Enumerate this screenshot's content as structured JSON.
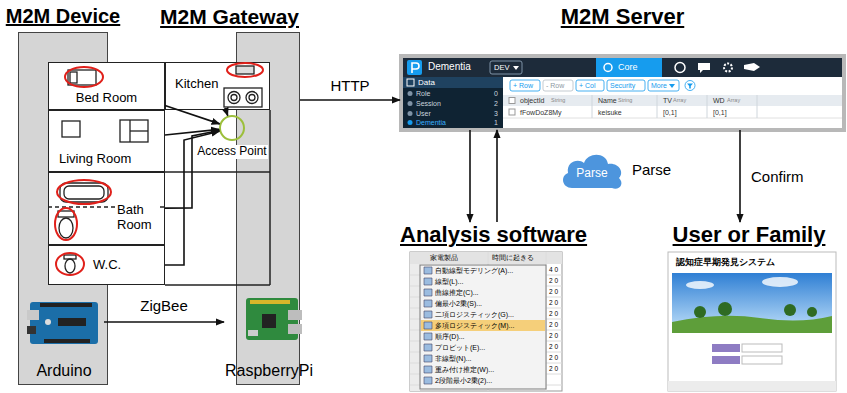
{
  "diagram": {
    "nodes": [
      {
        "text": [
          "M2M Device"
        ]
      },
      {
        "text": [
          "M2M Gateway"
        ]
      },
      {
        "text": [
          "Bed Room"
        ]
      },
      {
        "text": [
          "Kitchen"
        ]
      },
      {
        "text": [
          "Living Room"
        ]
      },
      {
        "text": [
          "Access Point"
        ],
        "in": 1
      },
      {
        "text": [
          "Bath Room"
        ]
      },
      {
        "text": [
          "W.C."
        ]
      },
      {
        "text": [
          "Arduino"
        ],
        "in": 0
      },
      {
        "text": [
          "RaspberryPi"
        ],
        "in": 1
      },
      {
        "text": [
          "M2M Server"
        ]
      },
      {
        "text": [
          "Parse"
        ]
      },
      {
        "text": [
          "Analysis software"
        ]
      },
      {
        "text": [
          "User or Family"
        ]
      }
    ],
    "edges": [
      {
        "from": 2,
        "to": 5,
        "arrow": "to"
      },
      {
        "from": 3,
        "to": 5,
        "arrow": "to"
      },
      {
        "from": 4,
        "to": 5,
        "arrow": "to"
      },
      {
        "from": 6,
        "to": 5,
        "arrow": "to"
      },
      {
        "from": 7,
        "to": 5,
        "arrow": "to"
      },
      {
        "from": 1,
        "to": 10,
        "label": "HTTP",
        "arrow": "to"
      },
      {
        "from": 8,
        "to": 9,
        "label": "ZigBee",
        "arrow": "to"
      },
      {
        "from": 10,
        "to": 12,
        "arrow": "to"
      },
      {
        "from": 12,
        "to": 10,
        "arrow": "to"
      },
      {
        "from": 10,
        "to": 13,
        "label": "Confirm",
        "arrow": "to"
      }
    ],
    "labels": [
      "Dementia",
      "DEV",
      "Core",
      "Data",
      "Role",
      "0",
      "Session",
      "2",
      "User",
      "3",
      "Dementia",
      "1",
      "+ Row",
      "- Row",
      "+ Col",
      "Security",
      "More",
      "objectId",
      "String",
      "Name",
      "String",
      "TV",
      "Array",
      "WD",
      "Array",
      "fFowDoZ8My",
      "keisuke",
      "[0,1]",
      "[0,1]",
      "Parse",
      "家電製品",
      "時間に起きる",
      "自動線型モデリング(A)...",
      "線型(L)...",
      "曲線推定(C)...",
      "偏最小2乗(S)...",
      "二項ロジスティック(G)...",
      "多項ロジスティック(M)...",
      "順序(D)...",
      "プロビット(E)...",
      "非線型(N)...",
      "重み付け推定(W)...",
      "2段階最小2乗(2)...",
      "4 0",
      "2 0",
      "2 0",
      "2 0",
      "2 0",
      "2 0",
      "2 0",
      "2 0",
      "2 0",
      "2 0",
      "認知症早期発見システム"
    ]
  }
}
